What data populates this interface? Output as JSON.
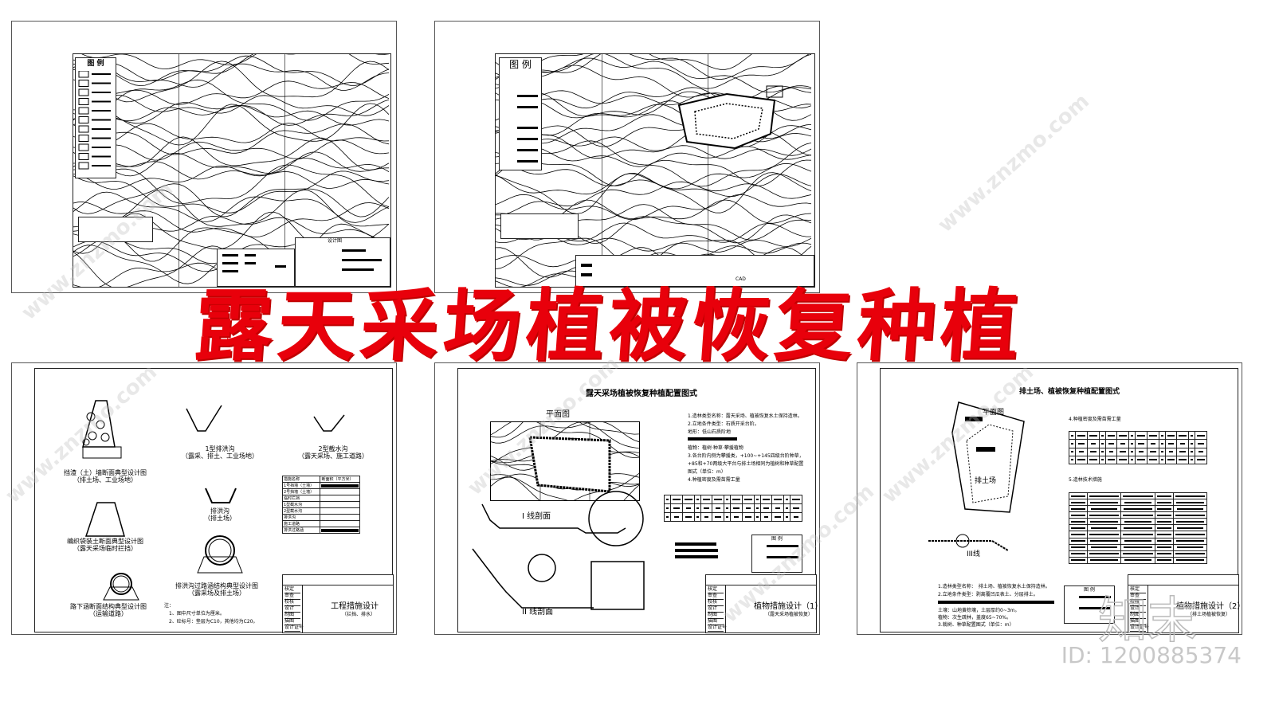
{
  "headline": "露天采场植被恢复种植",
  "id_label": "ID: 1200885374",
  "watermark": "www.znzmo.com",
  "logo_text": "知末",
  "colors": {
    "headline": "#e8000b",
    "line": "#000000",
    "id": "#c8c8c8"
  },
  "sheet1": {
    "legend_title": "图 例",
    "design_table_title": "设计图"
  },
  "sheet2": {
    "legend_title": "图 例",
    "cad_label": "CAD"
  },
  "sheet3": {
    "labels": [
      "挡渣（土）墙断面典型设计图\n（排土场、工业场地）",
      "1型排洪沟\n（露采、排土、工业场地）",
      "2型截水沟\n（露天采场、施工道路）",
      "排洪沟\n（排土场）",
      "编织袋装土断面典型设计图\n（露天采场临时拦挡）",
      "排洪沟过路涵结构典型设计图\n（露采场及排土场）",
      "路下涵断面结构典型设计图\n（运输道路）"
    ],
    "notes": [
      "注：",
      "1、图中尺寸单位为厘米。",
      "2、砼标号：垫层为C10，其他均为C20。"
    ],
    "table_header": [
      "措施名称",
      "断面积（平方米）"
    ],
    "table_rows": [
      "1号挡墙（土墙）",
      "2号挡墙（土墙）",
      "临时拦挡",
      "1型截水沟",
      "2型截水沟",
      "排洪沟",
      "施工道路",
      "排洪过路涵"
    ],
    "title_block": {
      "title": "工程措施设计",
      "subtitle": "（拦挡、排水）",
      "rows": [
        "核定",
        "审查",
        "校核",
        "设计",
        "制图",
        "描图",
        "设计证号"
      ]
    }
  },
  "sheet4": {
    "title": "露天采场植被恢复种植配置图式",
    "plan_label": "平面图",
    "section1": "I 线剖面",
    "section2": "II 线剖面",
    "notes": [
      "1.造林类型名称：露天采场、植被恢复水土保持造林。",
      "2.立地条件类型：石质开采台阶。",
      "地形：低山石质阶地",
      "植物：植树·种草·攀援植物",
      "3.各台阶内侧为攀援类，+100~+145四级台阶种草，",
      "+85和+70两级大平台与排土场相同为植树和种草配置",
      "图式（单位：m）",
      "4.种植密度及需苗需工量"
    ],
    "legend_title": "图 例",
    "title_block": {
      "title": "植物措施设计（1）",
      "subtitle": "（露天采场植被恢复）",
      "rows": [
        "核定",
        "审查",
        "校核",
        "设计",
        "制图",
        "描图",
        "设计证号"
      ]
    }
  },
  "sheet5": {
    "title": "排土场、植被恢复种植配置图式",
    "plan_label": "平面图",
    "site_label": "排土场",
    "section3": "III线",
    "heading4": "4.种植密度及需苗需工量",
    "heading5": "5.造林技术措施",
    "notes": [
      "1.造林类型名称：　排土场、植被恢复水土保持造林。",
      "2.立地条件类型：剥离覆凹瓜表土、分层排土。",
      "土壤：山地黄棕壤，土层厚约0~3m。",
      "植物：次生疏林，盖度65~70%。",
      "3.栽树、种草配置图式（单位：m）"
    ],
    "legend_title": "图 例",
    "title_block": {
      "title": "植物措施设计（2）",
      "subtitle": "（排土场植被恢复）",
      "rows": [
        "核定",
        "审查",
        "校核",
        "设计",
        "制图",
        "描图",
        "设计证号"
      ]
    }
  }
}
